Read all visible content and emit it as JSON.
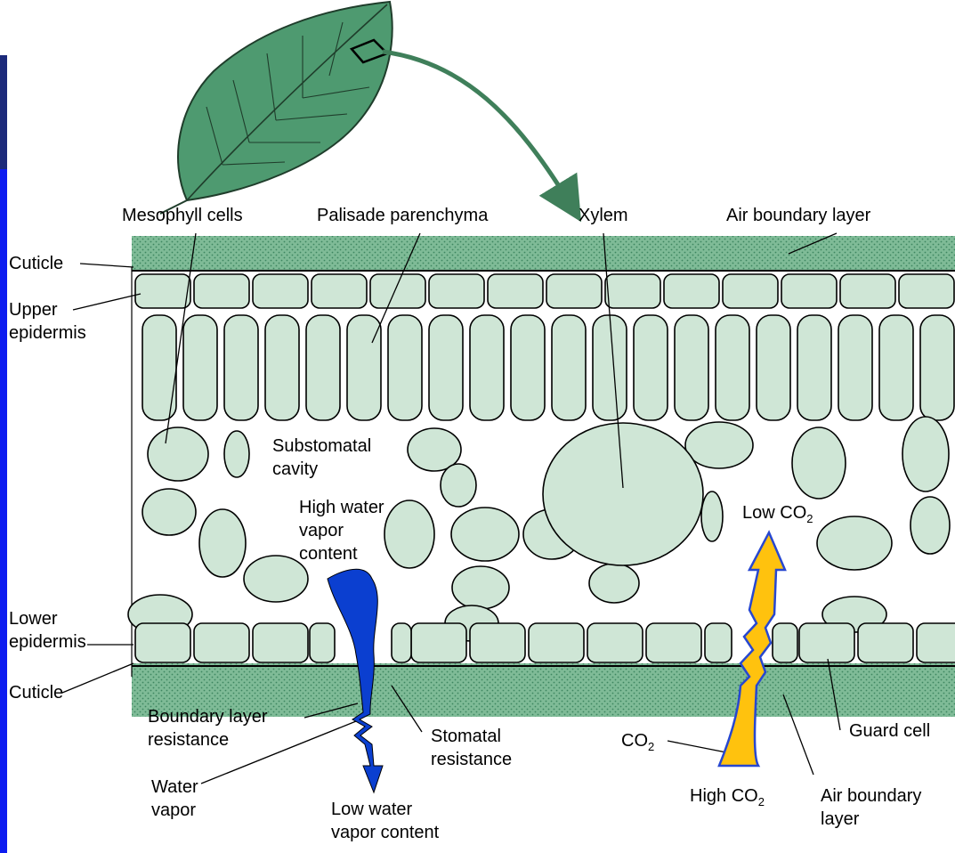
{
  "colors": {
    "sidebar_dark": "#1c2a7a",
    "sidebar_bright": "#0d1cf0",
    "leaf": "#4e9a70",
    "tissue_band": "#5ea77d",
    "cell_fill": "#cfe6d6",
    "water_arrow": "#0b3fd0",
    "co2_arrow": "#ffc20e"
  },
  "labels": {
    "mesophyll": "Mesophyll cells",
    "palisade": "Palisade parenchyma",
    "xylem": "Xylem",
    "air_boundary_top": "Air boundary layer",
    "cuticle_top": "Cuticle",
    "upper_epidermis_1": "Upper",
    "upper_epidermis_2": "epidermis",
    "substomatal_1": "Substomatal",
    "substomatal_2": "cavity",
    "high_water_1": "High water",
    "high_water_2": "vapor",
    "high_water_3": "content",
    "low_co2": "Low CO",
    "lower_epidermis_1": "Lower",
    "lower_epidermis_2": "epidermis",
    "cuticle_bottom": "Cuticle",
    "boundary_res_1": "Boundary layer",
    "boundary_res_2": "resistance",
    "stomatal_res_1": "Stomatal",
    "stomatal_res_2": "resistance",
    "guard_cell": "Guard cell",
    "co2": "CO",
    "water_vapor_1": "Water",
    "water_vapor_2": "vapor",
    "low_water_1": "Low water",
    "low_water_2": "vapor content",
    "high_co2": "High CO",
    "air_boundary_bottom_1": "Air boundary",
    "air_boundary_bottom_2": "layer",
    "subscript_2": "2"
  }
}
